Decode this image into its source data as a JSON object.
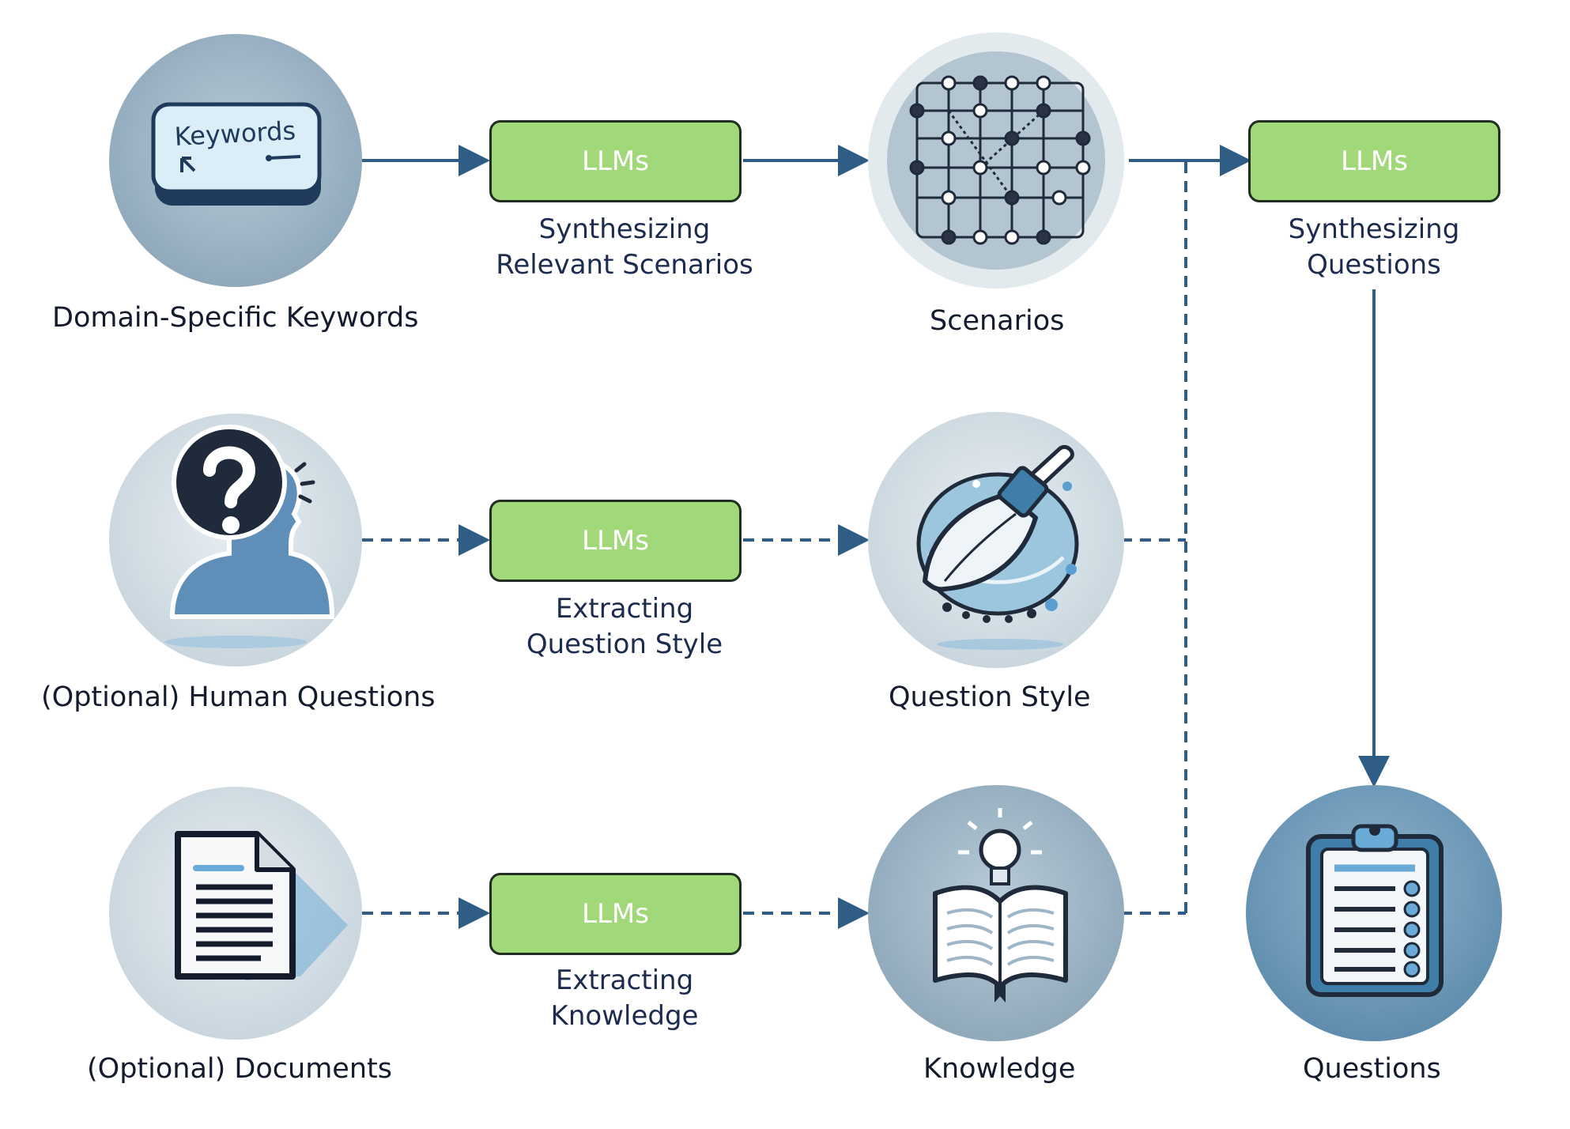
{
  "colors": {
    "llm_box_fill": "#a1d87a",
    "arrow": "#2f5d86",
    "node_circle": "#9fb6c6",
    "accent_blue": "#5a9fd0"
  },
  "nodes": {
    "keywords": {
      "label": "Domain-Specific Keywords",
      "badge_text": "Keywords",
      "icon": "keyboard-key-icon"
    },
    "human_questions": {
      "label": "(Optional) Human Questions",
      "icon": "head-question-icon"
    },
    "documents": {
      "label": "(Optional) Documents",
      "icon": "document-icon"
    },
    "scenarios": {
      "label": "Scenarios",
      "icon": "network-grid-icon"
    },
    "question_style": {
      "label": "Question Style",
      "icon": "quill-icon"
    },
    "knowledge": {
      "label": "Knowledge",
      "icon": "book-lightbulb-icon"
    },
    "questions": {
      "label": "Questions",
      "icon": "clipboard-checklist-icon"
    }
  },
  "steps": {
    "scenarios_step": {
      "box": "LLMs",
      "line1": "Synthesizing",
      "line2": "Relevant Scenarios"
    },
    "style_step": {
      "box": "LLMs",
      "line1": "Extracting",
      "line2": "Question Style"
    },
    "knowledge_step": {
      "box": "LLMs",
      "line1": "Extracting",
      "line2": "Knowledge"
    },
    "questions_step": {
      "box": "LLMs",
      "line1": "Synthesizing",
      "line2": "Questions"
    }
  }
}
